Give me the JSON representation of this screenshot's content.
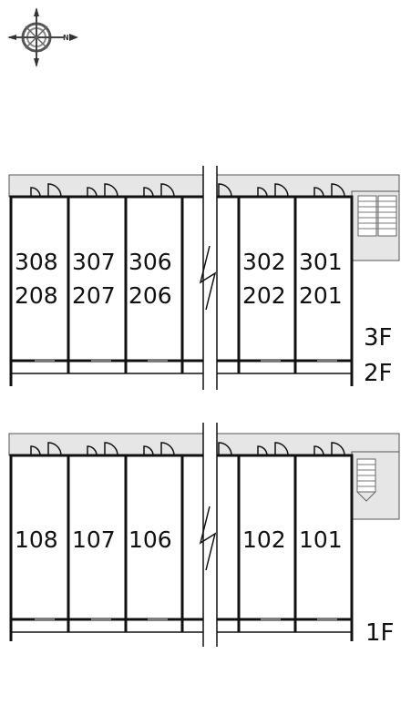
{
  "compass": {
    "icon": "compass-rose-icon",
    "north_label": "N"
  },
  "upper_building": {
    "floor_labels": [
      "3F",
      "2F"
    ],
    "units": [
      {
        "upper": "308",
        "lower": "208"
      },
      {
        "upper": "307",
        "lower": "207"
      },
      {
        "upper": "306",
        "lower": "206"
      },
      {
        "upper": "",
        "lower": ""
      },
      {
        "upper": "302",
        "lower": "202"
      },
      {
        "upper": "301",
        "lower": "201"
      }
    ]
  },
  "lower_building": {
    "floor_labels": [
      "1F"
    ],
    "units": [
      {
        "label": "108"
      },
      {
        "label": "107"
      },
      {
        "label": "106"
      },
      {
        "label": ""
      },
      {
        "label": "102"
      },
      {
        "label": "101"
      }
    ]
  },
  "colors": {
    "corridor": "#e6e6e6",
    "wall": "#111111",
    "stairs": "#888888"
  }
}
